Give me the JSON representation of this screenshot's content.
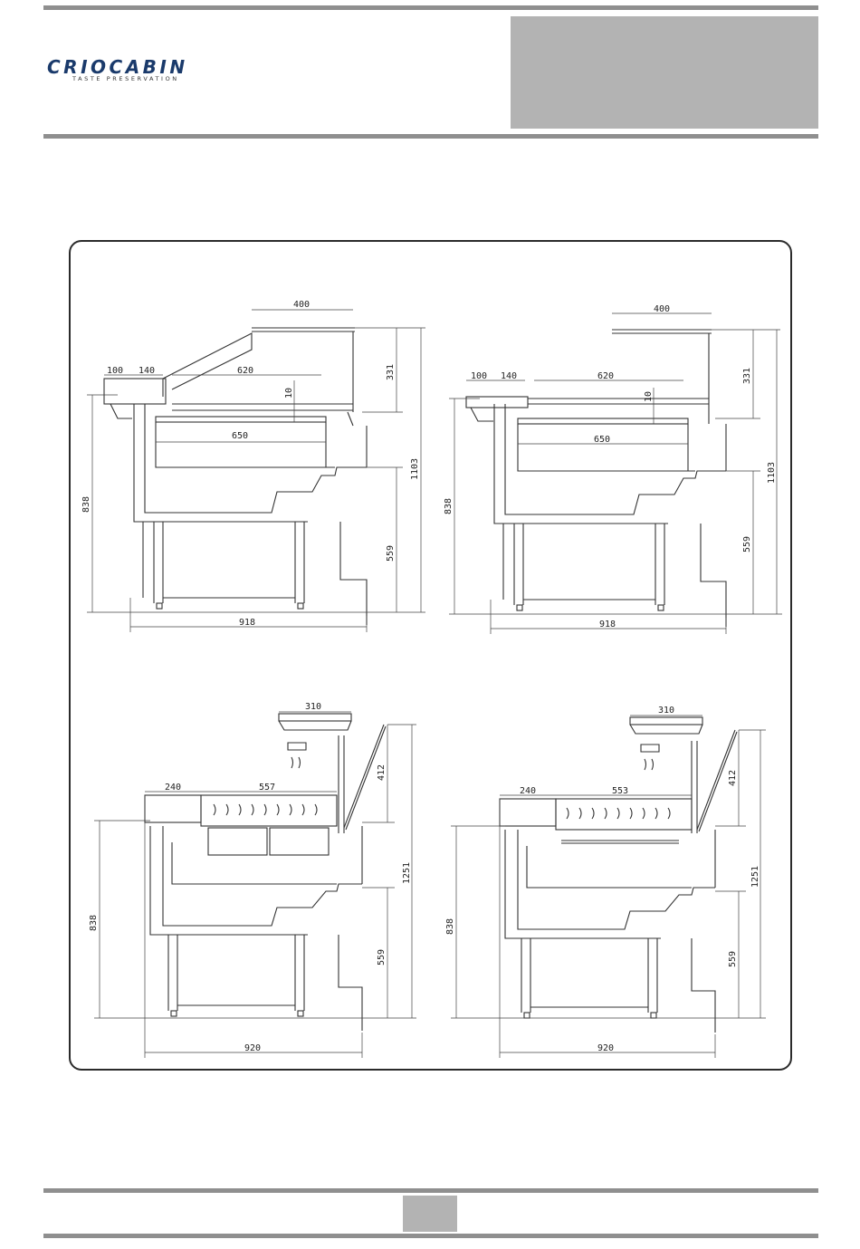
{
  "header": {
    "logo_name": "CRIOCABIN",
    "logo_tagline": "TASTE PRESERVATION"
  },
  "drawings": {
    "top_left": {
      "dim_400": "400",
      "dim_100": "100",
      "dim_140": "140",
      "dim_620": "620",
      "dim_10": "10",
      "dim_650": "650",
      "dim_331": "331",
      "dim_1103": "1103",
      "dim_838": "838",
      "dim_559": "559",
      "dim_918": "918"
    },
    "top_right": {
      "dim_400": "400",
      "dim_100": "100",
      "dim_140": "140",
      "dim_620": "620",
      "dim_10": "10",
      "dim_650": "650",
      "dim_331": "331",
      "dim_1103": "1103",
      "dim_838": "838",
      "dim_559": "559",
      "dim_918": "918"
    },
    "bottom_left": {
      "dim_310": "310",
      "dim_240": "240",
      "dim_557": "557",
      "dim_412": "412",
      "dim_1251": "1251",
      "dim_838": "838",
      "dim_559": "559",
      "dim_920": "920"
    },
    "bottom_right": {
      "dim_310": "310",
      "dim_240": "240",
      "dim_553": "553",
      "dim_412": "412",
      "dim_1251": "1251",
      "dim_838": "838",
      "dim_559": "559",
      "dim_920": "920"
    }
  },
  "colors": {
    "rule": "#8f8f8f",
    "gray_box": "#b3b3b3",
    "line": "#2b2b2b",
    "brand": "#1a3a6b"
  }
}
